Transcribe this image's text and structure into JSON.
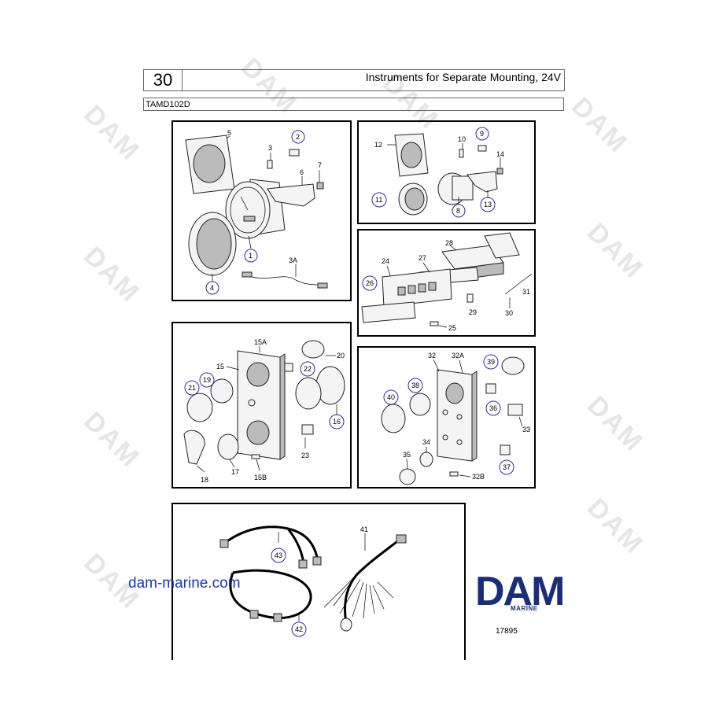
{
  "header": {
    "page_number": "30",
    "title": "Instruments for Separate Mounting, 24V",
    "model": "TAMD102D"
  },
  "watermark": "DAM",
  "footer": {
    "website": "dam-marine.com",
    "logo_text": "DAM",
    "logo_sub": "MARINE",
    "drawing_number": "17895"
  },
  "labels": {
    "p5": "5",
    "p3": "3",
    "p2": "2",
    "p6": "6",
    "p7": "7",
    "p1": "1",
    "p4": "4",
    "p3a": "3A",
    "p12": "12",
    "p10": "10",
    "p9": "9",
    "p14": "14",
    "p11": "11",
    "p8": "8",
    "p13": "13",
    "p28": "28",
    "p27": "27",
    "p24": "24",
    "p26": "26",
    "p31": "31",
    "p29": "29",
    "p30": "30",
    "p25": "25",
    "p15a": "15A",
    "p20": "20",
    "p15": "15",
    "p22": "22",
    "p19": "19",
    "p21": "21",
    "p16": "16",
    "p23": "23",
    "p18": "18",
    "p17": "17",
    "p15b": "15B",
    "p32": "32",
    "p32a": "32A",
    "p39": "39",
    "p40": "40",
    "p38": "38",
    "p36": "36",
    "p34": "34",
    "p33": "33",
    "p35": "35",
    "p37": "37",
    "p32b": "32B",
    "p41": "41",
    "p43": "43",
    "p42": "42"
  },
  "colors": {
    "circle_stroke": "#2a2ab0",
    "website": "#1a33c8",
    "logo": "#1a2e78"
  }
}
